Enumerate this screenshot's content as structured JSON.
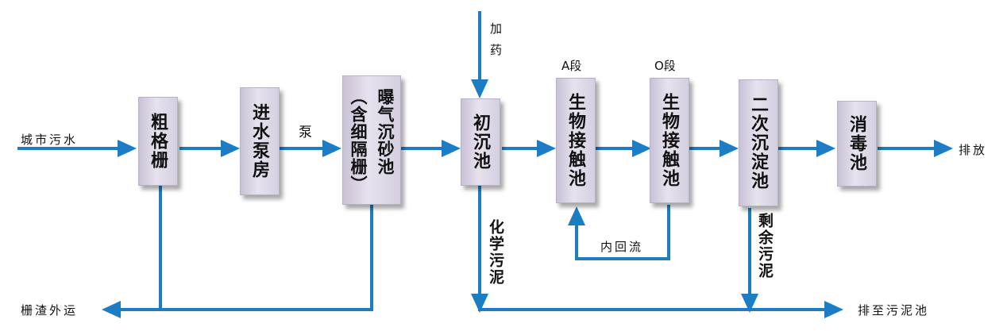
{
  "boxes": {
    "screen": "粗格栅",
    "pump_house": "进水泵房",
    "grit_left": "曝气沉砂池",
    "grit_right": "（含细隔栅）",
    "primary": "初沉池",
    "bio_a": "生物接触池",
    "bio_o": "生物接触池",
    "secondary": "二次沉淀池",
    "disinfection": "消毒池"
  },
  "labels": {
    "influent": "城市污水",
    "pump": "泵",
    "dosing": "加药",
    "stage_a": "A段",
    "stage_o": "O段",
    "discharge": "排放",
    "chemical_sludge": "化学污泥",
    "internal_recycle": "内回流",
    "excess_sludge": "剩余污泥",
    "screenings_out": "栅渣外运",
    "to_sludge_tank": "排至污泥池"
  },
  "colors": {
    "flow_line": "#1c7cc4",
    "box_fill": "#d9d4e4"
  }
}
